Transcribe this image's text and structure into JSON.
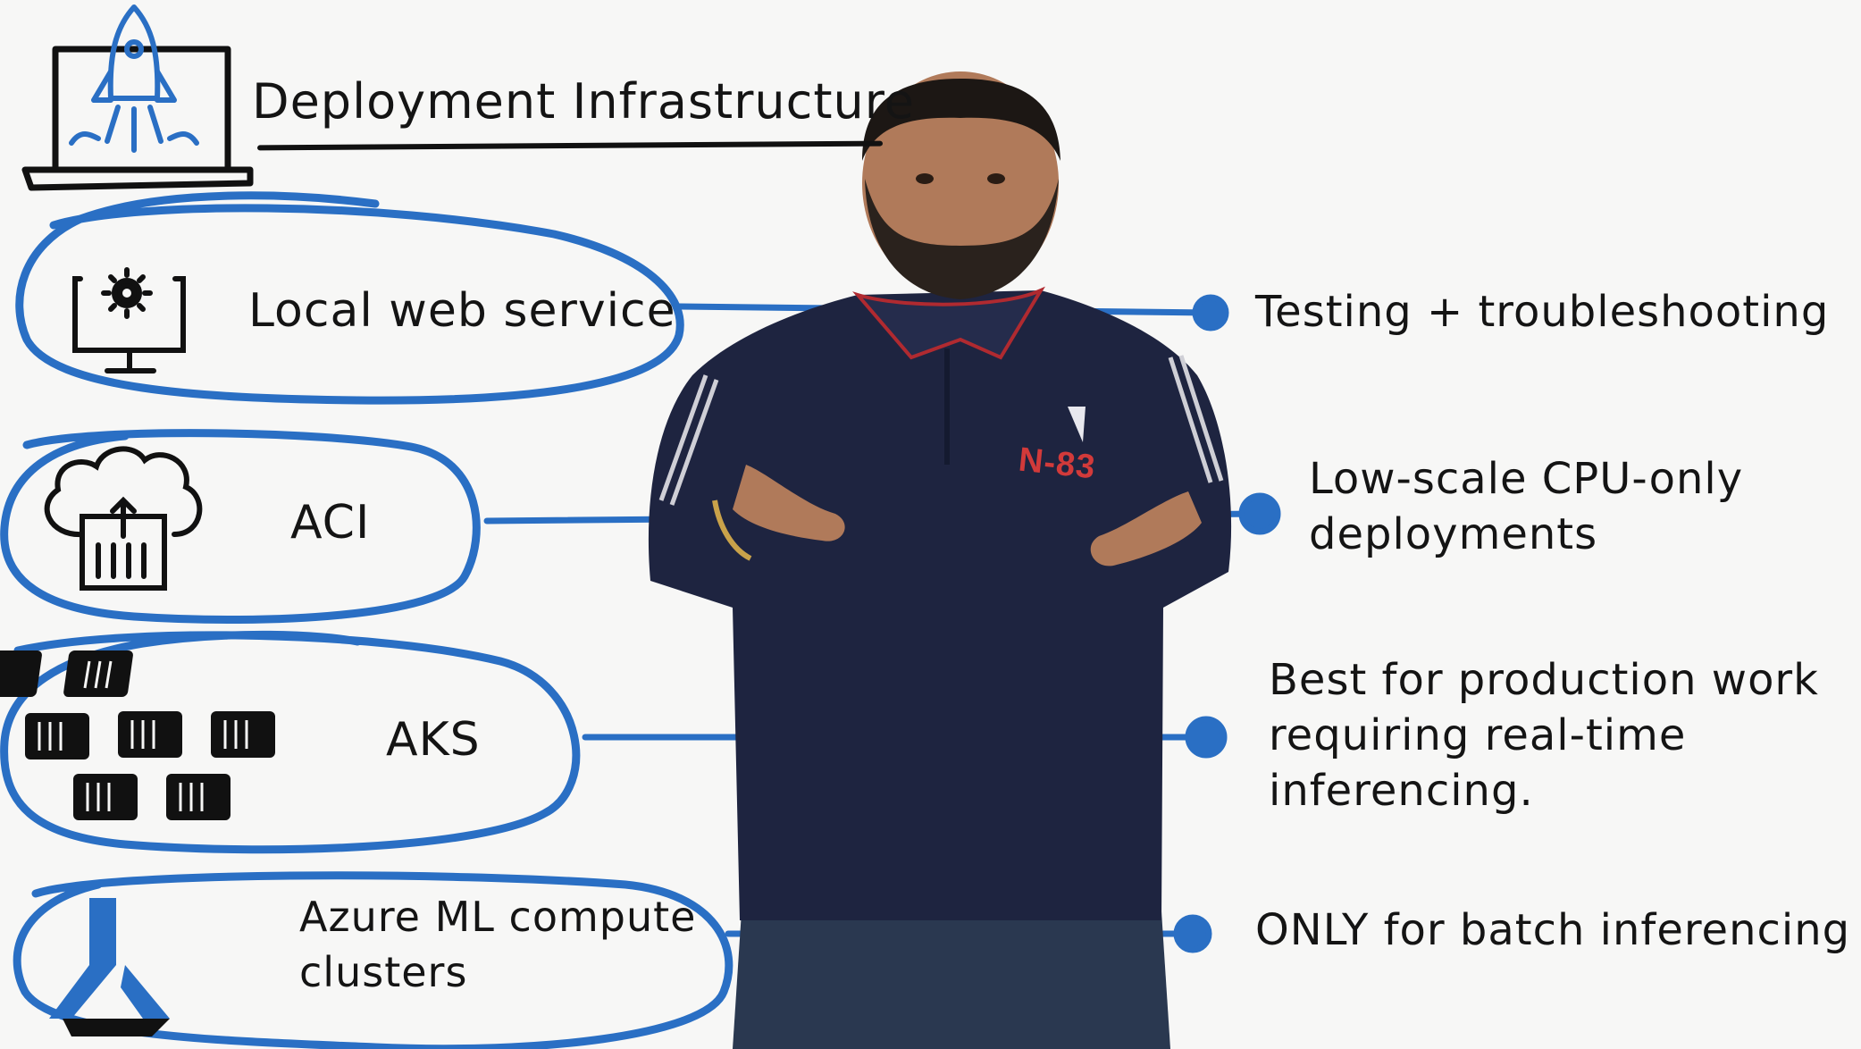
{
  "title": "Deployment Infrastructure",
  "accent_color": "#2a6fc4",
  "rows": [
    {
      "name": "Local web service",
      "icon": "monitor-gear-icon",
      "description": "Testing + troubleshooting"
    },
    {
      "name": "ACI",
      "icon": "cloud-container-icon",
      "description": "Low-scale CPU-only deployments"
    },
    {
      "name": "AKS",
      "icon": "kubernetes-nodes-icon",
      "description": "Best for production work requiring real-time inferencing."
    },
    {
      "name": "Azure ML compute clusters",
      "icon": "azure-ml-icon",
      "description": "ONLY for batch inferencing"
    }
  ],
  "header_icon": "rocket-laptop-icon",
  "shirt_logo_text": "N-83"
}
